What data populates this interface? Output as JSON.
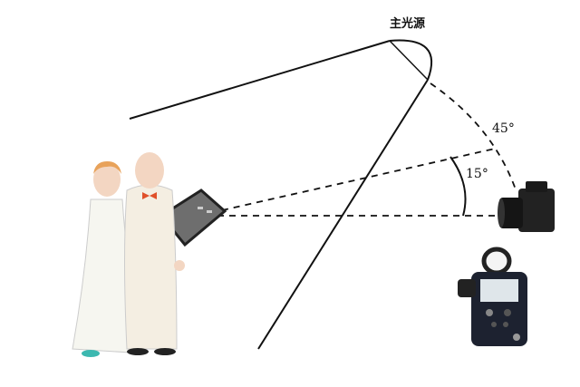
{
  "title": "主光源",
  "angles": {
    "outer": "45°",
    "inner": "15°"
  },
  "colors": {
    "line": "#111111",
    "reflector": "#6e6e6e",
    "skin": "#f3d6c2",
    "hair": "#e8a25a",
    "bowtie": "#e0502a"
  }
}
